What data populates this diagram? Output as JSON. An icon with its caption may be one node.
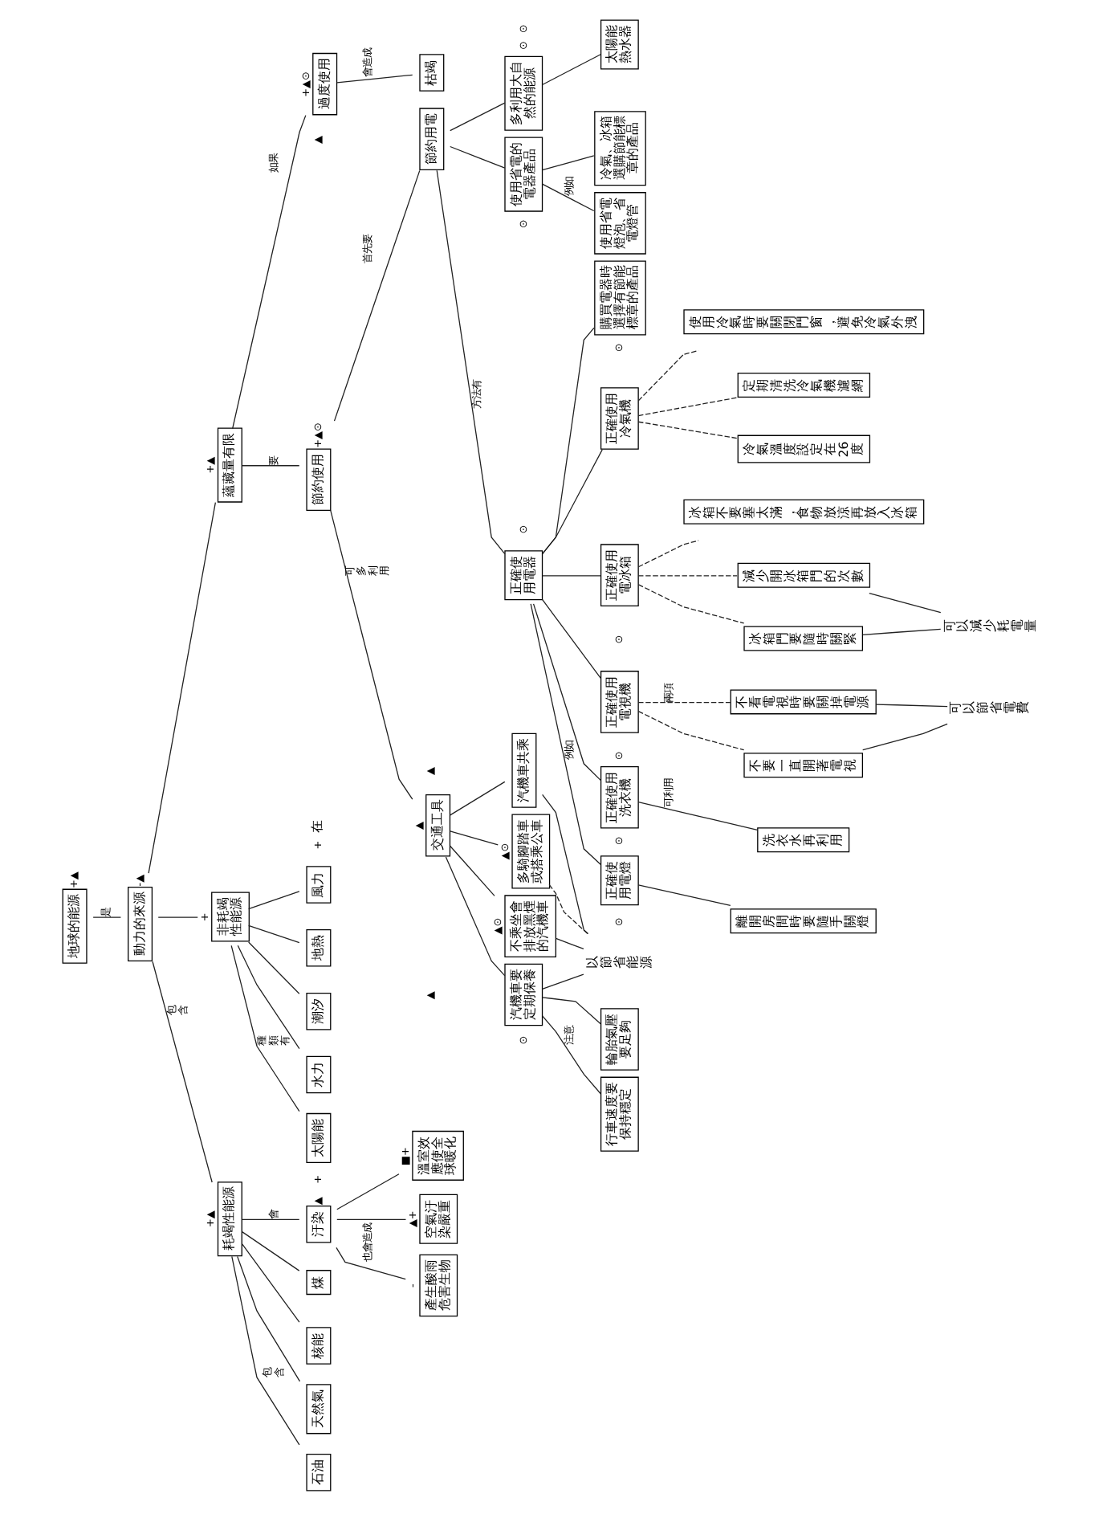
{
  "diagram": {
    "nodes": [
      {
        "text": [
          "地球的能源"
        ],
        "beside": [
          "+▲"
        ]
      },
      {
        "text": [
          "動力的來源"
        ],
        "beside": [
          "-▲"
        ]
      },
      {
        "text": [
          "耗竭性能源"
        ],
        "beside": [
          "+▲"
        ]
      },
      {
        "text": [
          "石油"
        ]
      },
      {
        "text": [
          "天然氣"
        ]
      },
      {
        "text": [
          "核能"
        ]
      },
      {
        "text": [
          "煤"
        ]
      },
      {
        "text": [
          "汙染"
        ],
        "beside": [
          "▲"
        ]
      },
      {
        "text": [
          "產生酸雨危害生物"
        ],
        "beside": [
          "-"
        ]
      },
      {
        "text": [
          "空氣汙染嚴重"
        ],
        "beside": [
          "▲+"
        ]
      },
      {
        "text": [
          "溫室效應使全球暖化"
        ],
        "beside": [
          "■+"
        ]
      },
      {
        "text": [
          "非耗竭性能源"
        ],
        "beside": [
          "+"
        ]
      },
      {
        "text": [
          "太陽能"
        ]
      },
      {
        "text": [
          "水力"
        ]
      },
      {
        "text": [
          "潮汐"
        ]
      },
      {
        "text": [
          "地熱"
        ]
      },
      {
        "text": [
          "風力"
        ]
      },
      {
        "text": [
          "蘊藏量有限"
        ],
        "beside": [
          "+▲"
        ]
      },
      {
        "text": [
          "節約使用"
        ],
        "beside": [
          "+▲⊙"
        ]
      },
      {
        "text": [
          "交通工具"
        ],
        "beside": [
          "▲"
        ]
      },
      {
        "text": [
          "汽機車要定期保養"
        ]
      },
      {
        "text": [
          "行車速度要保持穩定"
        ]
      },
      {
        "text": [
          "輪胎氣壓要足夠"
        ]
      },
      {
        "text": [
          "不乘坐會排放黑煙的汽機車"
        ],
        "beside": [
          "▲⊙"
        ]
      },
      {
        "text": [
          "多騎腳踏車或搭乘公車"
        ],
        "beside": [
          "▲⊙"
        ]
      },
      {
        "text": [
          "汽機車共乘"
        ]
      },
      {
        "text": [
          "以節省能源"
        ]
      },
      {
        "text": [
          "節約用電"
        ]
      },
      {
        "text": [
          "正確使用電器"
        ]
      },
      {
        "text": [
          "正確使用電燈"
        ]
      },
      {
        "text": [
          "離開房間時要隨手關燈"
        ]
      },
      {
        "text": [
          "正確使用洗衣機"
        ]
      },
      {
        "text": [
          "洗衣水再利用"
        ]
      },
      {
        "text": [
          "正確使用電視機"
        ]
      },
      {
        "text": [
          "不要一直開著電視"
        ]
      },
      {
        "text": [
          "不看電視時要關掉電源"
        ]
      },
      {
        "text": [
          "可以節省電費"
        ]
      },
      {
        "text": [
          "正確使用電冰箱"
        ]
      },
      {
        "text": [
          "冰箱門要隨時關緊"
        ]
      },
      {
        "text": [
          "減少開冰箱門的次數"
        ]
      },
      {
        "text": [
          "冰箱不要塞太滿，食物放涼再放入冰箱"
        ]
      },
      {
        "text": [
          "可以減少耗電量"
        ]
      },
      {
        "text": [
          "正確使用冷氣機"
        ]
      },
      {
        "text": [
          "冷氣溫度設定在26度"
        ]
      },
      {
        "text": [
          "定期清洗冷氣機濾網"
        ]
      },
      {
        "text": [
          "使用冷氣時要關閉門窗，避免冷氣外洩"
        ]
      },
      {
        "text": [
          "購買電器時選擇有節能標章的產品"
        ]
      },
      {
        "text": [
          "使用省電的電器產品"
        ]
      },
      {
        "text": [
          "使用省電燈泡、省電燈管"
        ]
      },
      {
        "text": [
          "冷氣、冰箱選購節能標章的產品"
        ]
      },
      {
        "text": [
          "多利用大自然的能源"
        ]
      },
      {
        "text": [
          "太陽能熱水器"
        ]
      },
      {
        "text": [
          "過度使用"
        ],
        "beside": [
          "+▲⊙"
        ]
      },
      {
        "text": [
          "枯竭"
        ]
      }
    ],
    "edges": [
      {
        "from": 0,
        "to": 1,
        "arrow": "none",
        "label": "是"
      },
      {
        "from": 1,
        "to": 2,
        "arrow": "none",
        "label": "包含"
      },
      {
        "from": 1,
        "to": 11,
        "arrow": "none"
      },
      {
        "from": 1,
        "to": 17,
        "arrow": "none"
      },
      {
        "from": 2,
        "to": 3,
        "arrow": "none",
        "label": "包含"
      },
      {
        "from": 2,
        "to": 4,
        "arrow": "none"
      },
      {
        "from": 2,
        "to": 5,
        "arrow": "none"
      },
      {
        "from": 2,
        "to": 6,
        "arrow": "none"
      },
      {
        "from": 2,
        "to": 7,
        "arrow": "none",
        "label": "會"
      },
      {
        "from": 7,
        "to": 8,
        "arrow": "none",
        "label": "也會造成"
      },
      {
        "from": 7,
        "to": 9,
        "arrow": "none"
      },
      {
        "from": 7,
        "to": 10,
        "arrow": "none"
      },
      {
        "from": 11,
        "to": 12,
        "arrow": "none",
        "label": "種類有"
      },
      {
        "from": 11,
        "to": 13,
        "arrow": "none"
      },
      {
        "from": 11,
        "to": 14,
        "arrow": "none"
      },
      {
        "from": 11,
        "to": 15,
        "arrow": "none"
      },
      {
        "from": 11,
        "to": 16,
        "arrow": "none"
      },
      {
        "from": 17,
        "to": 18,
        "arrow": "none",
        "label": "要"
      },
      {
        "from": 17,
        "to": 52,
        "arrow": "none",
        "label": "如果"
      },
      {
        "from": 18,
        "to": 19,
        "arrow": "none",
        "label": "可多利用"
      },
      {
        "from": 18,
        "to": 27,
        "arrow": "none",
        "label": "首先要"
      },
      {
        "from": 19,
        "to": 20,
        "arrow": "none"
      },
      {
        "from": 19,
        "to": 23,
        "arrow": "none"
      },
      {
        "from": 19,
        "to": 24,
        "arrow": "none"
      },
      {
        "from": 19,
        "to": 25,
        "arrow": "none"
      },
      {
        "from": 20,
        "to": 21,
        "arrow": "none",
        "label": "注意"
      },
      {
        "from": 20,
        "to": 22,
        "arrow": "none"
      },
      {
        "from": 20,
        "to": 26,
        "arrow": "none"
      },
      {
        "from": 23,
        "to": 26,
        "arrow": "none"
      },
      {
        "from": 24,
        "to": 26,
        "arrow": "none",
        "style": "dashed"
      },
      {
        "from": 25,
        "to": 26,
        "arrow": "none"
      },
      {
        "from": 27,
        "to": 28,
        "arrow": "none",
        "label": "方法有"
      },
      {
        "from": 27,
        "to": 47,
        "arrow": "none"
      },
      {
        "from": 27,
        "to": 50,
        "arrow": "none"
      },
      {
        "from": 28,
        "to": 29,
        "arrow": "none",
        "label": "例如"
      },
      {
        "from": 28,
        "to": 31,
        "arrow": "none"
      },
      {
        "from": 28,
        "to": 33,
        "arrow": "none"
      },
      {
        "from": 28,
        "to": 37,
        "arrow": "none"
      },
      {
        "from": 28,
        "to": 42,
        "arrow": "none"
      },
      {
        "from": 28,
        "to": 46,
        "arrow": "none"
      },
      {
        "from": 29,
        "to": 30,
        "arrow": "none"
      },
      {
        "from": 31,
        "to": 32,
        "arrow": "none",
        "label": "可利用"
      },
      {
        "from": 33,
        "to": 34,
        "arrow": "none",
        "style": "dashed"
      },
      {
        "from": 33,
        "to": 35,
        "arrow": "none",
        "style": "dashed",
        "label": "兩項"
      },
      {
        "from": 34,
        "to": 36,
        "arrow": "none"
      },
      {
        "from": 35,
        "to": 36,
        "arrow": "none"
      },
      {
        "from": 37,
        "to": 38,
        "arrow": "none",
        "style": "dashed"
      },
      {
        "from": 37,
        "to": 39,
        "arrow": "none",
        "style": "dashed"
      },
      {
        "from": 37,
        "to": 40,
        "arrow": "none",
        "style": "dashed"
      },
      {
        "from": 38,
        "to": 41,
        "arrow": "none"
      },
      {
        "from": 39,
        "to": 41,
        "arrow": "none"
      },
      {
        "from": 42,
        "to": 43,
        "arrow": "none",
        "style": "dashed"
      },
      {
        "from": 42,
        "to": 44,
        "arrow": "none",
        "style": "dashed"
      },
      {
        "from": 42,
        "to": 45,
        "arrow": "none",
        "style": "dashed"
      },
      {
        "from": 47,
        "to": 48,
        "arrow": "none",
        "label": "例如"
      },
      {
        "from": 47,
        "to": 49,
        "arrow": "none"
      },
      {
        "from": 50,
        "to": 51,
        "arrow": "none"
      },
      {
        "from": 52,
        "to": 53,
        "arrow": "none",
        "label": "會造成"
      }
    ],
    "labels": [
      "在",
      "+",
      "+",
      "▲",
      "⊙",
      "▲",
      "▲",
      "⊙",
      "⊙",
      "⊙",
      "⊙",
      "⊙",
      "⊙",
      "⊙",
      "⊙",
      "⊙"
    ]
  }
}
